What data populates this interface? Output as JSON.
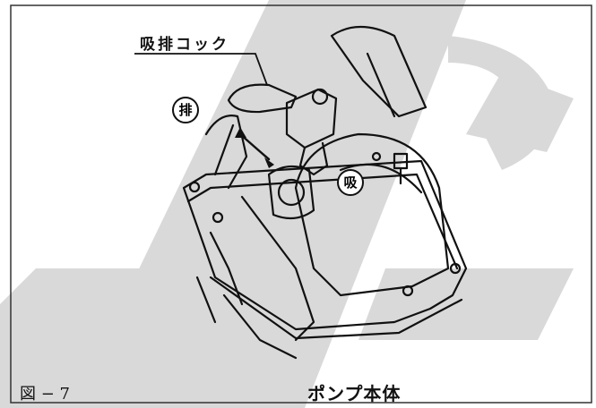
{
  "figure": {
    "callout_label": "吸排コック",
    "mark_exhaust": "排",
    "mark_intake": "吸",
    "figure_number": "図 − 7",
    "caption": "ポンプ本体"
  },
  "colors": {
    "line": "#111111",
    "watermark": "#d9d9d9",
    "frame": "#333333"
  }
}
